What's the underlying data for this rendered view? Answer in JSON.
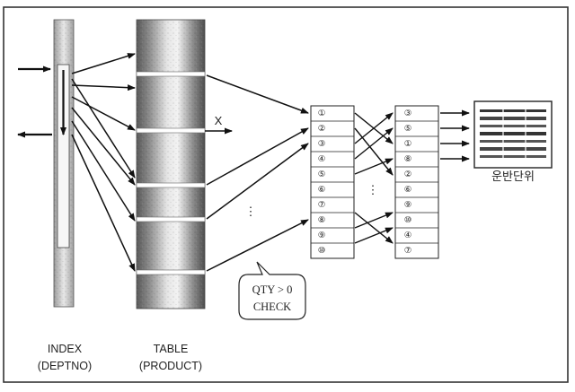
{
  "index_label": {
    "line1": "INDEX",
    "line2": "(DEPTNO)"
  },
  "table_label": {
    "line1": "TABLE",
    "line2": "(PRODUCT)"
  },
  "x_mark": "X",
  "ellipsis": "⋮",
  "check_note": {
    "line1": "QTY > 0",
    "line2": "CHECK"
  },
  "list_a": [
    "①",
    "②",
    "③",
    "④",
    "⑤",
    "⑥",
    "⑦",
    "⑧",
    "⑨",
    "⑩"
  ],
  "list_b": [
    "③",
    "⑤",
    "①",
    "⑧",
    "②",
    "⑥",
    "⑨",
    "⑩",
    "④",
    "⑦"
  ],
  "output_label": "운반단위",
  "colors": {
    "ink": "#111111",
    "panel_border": "#333333",
    "shade": "#6e6e6e"
  }
}
